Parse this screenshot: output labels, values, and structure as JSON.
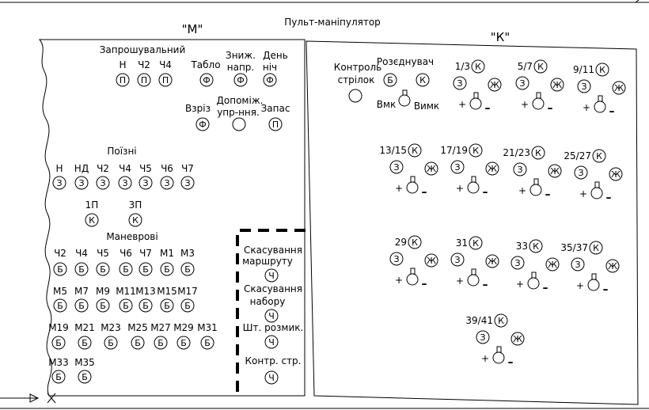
{
  "header": {
    "title": "Пульт-маніпулятор",
    "panel_m_label": "\"М\"",
    "panel_k_label": "\"К\""
  },
  "m_panel": {
    "invite_section": {
      "heading": "Запрошувальний",
      "labels": [
        "Н",
        "Ч2",
        "Ч4"
      ],
      "button_letters": [
        "П",
        "П",
        "П"
      ]
    },
    "tablo": {
      "label": "Табло",
      "button_letter": "Ф"
    },
    "reduced_voltage": {
      "label_line1": "Зниж.",
      "label_line2": "напр.",
      "button_letter": "Ф"
    },
    "day_night": {
      "label_line1": "День",
      "label_line2": "ніч",
      "button_letter": "Ф"
    },
    "burst": {
      "label": "Взріз",
      "button_letter": "Ф"
    },
    "aux_control": {
      "label_line1": "Допоміж.",
      "label_line2": "упр-ння.",
      "button_letter": ""
    },
    "reserve": {
      "label": "Запас",
      "button_letter": "П"
    },
    "train_section": {
      "heading": "Поїзні",
      "labels": [
        "Н",
        "НД",
        "Ч2",
        "Ч4",
        "Ч5",
        "Ч6",
        "Ч7"
      ],
      "button_letters": [
        "З",
        "З",
        "З",
        "З",
        "З",
        "З",
        "З"
      ]
    },
    "track_buttons": {
      "labels": [
        "1П",
        "3П"
      ],
      "button_letters": [
        "К",
        "К"
      ]
    },
    "shunting_section": {
      "heading": "Маневрові",
      "rows": [
        {
          "labels": [
            "Ч2",
            "Ч4",
            "Ч5",
            "Ч6",
            "Ч7",
            "М1",
            "М3"
          ]
        },
        {
          "labels": [
            "М5",
            "М7",
            "М9",
            "М11",
            "М13",
            "М15",
            "М17"
          ]
        },
        {
          "labels": [
            "М19",
            "М21",
            "М23",
            "М25",
            "М27",
            "М29",
            "М31"
          ]
        },
        {
          "labels": [
            "М33",
            "М35"
          ]
        }
      ],
      "button_letter": "Б"
    },
    "cancel_block": {
      "items": [
        {
          "line1": "Скасування",
          "line2": "маршруту",
          "button_letter": "Ч"
        },
        {
          "line1": "Скасування",
          "line2": "набору",
          "button_letter": "Ч"
        },
        {
          "line1": "Шт. розмик.",
          "line2": "",
          "button_letter": "Ч"
        },
        {
          "line1": "Контр. стр.",
          "line2": "",
          "button_letter": "Ч"
        }
      ]
    }
  },
  "k_panel": {
    "switch_control": {
      "line1": "Контроль",
      "line2": "стрілок",
      "button_letter": ""
    },
    "disconnector": {
      "label": "Розєднувач",
      "button_letters": [
        "Б",
        "К"
      ],
      "on_label": "Вмк",
      "off_label": "Вимк"
    },
    "switch_groups": [
      {
        "label": "1/3"
      },
      {
        "label": "5/7"
      },
      {
        "label": "9/11"
      },
      {
        "label": "13/15"
      },
      {
        "label": "17/19"
      },
      {
        "label": "21/23"
      },
      {
        "label": "25/27"
      },
      {
        "label": "29"
      },
      {
        "label": "31"
      },
      {
        "label": "33"
      },
      {
        "label": "35/37"
      },
      {
        "label": "39/41"
      }
    ],
    "group_letters": {
      "top": "К",
      "left": "З",
      "right": "Ж"
    },
    "plus_sign": "+",
    "minus_sign": "–"
  },
  "colors": {
    "ink": "#000000",
    "background": "#ffffff"
  }
}
